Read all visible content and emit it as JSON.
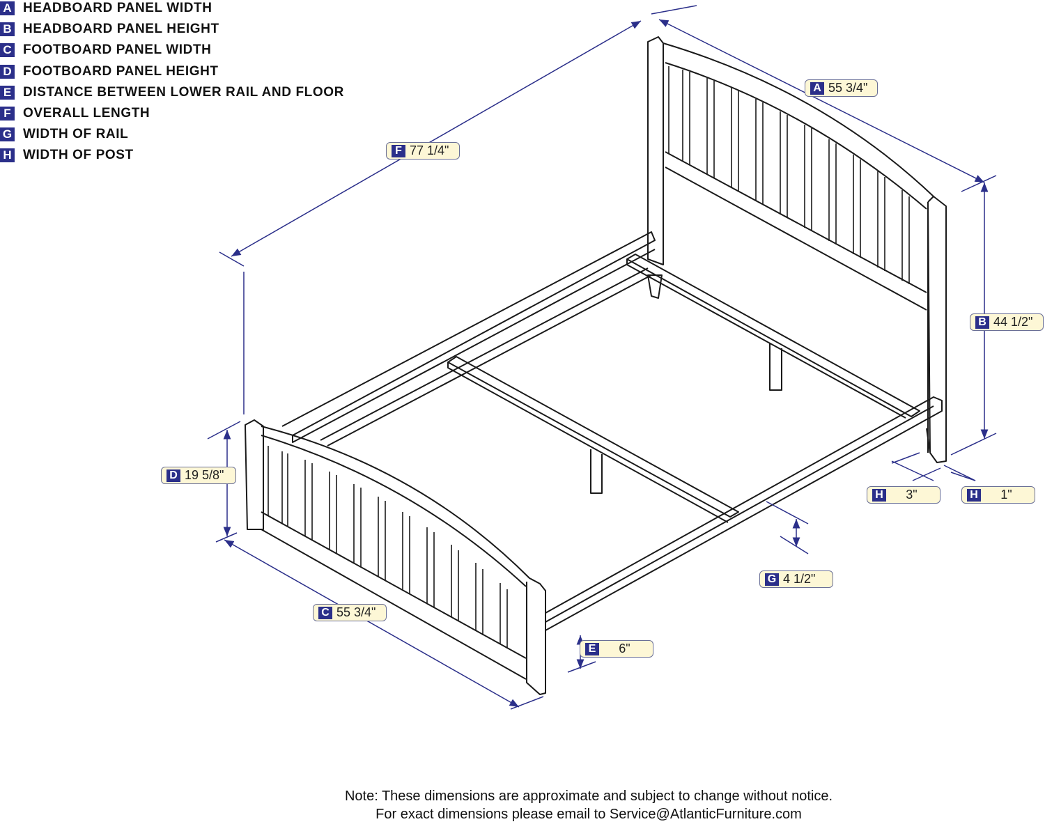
{
  "legend": [
    {
      "letter": "A",
      "label": "HEADBOARD PANEL WIDTH"
    },
    {
      "letter": "B",
      "label": "HEADBOARD PANEL HEIGHT"
    },
    {
      "letter": "C",
      "label": "FOOTBOARD PANEL WIDTH"
    },
    {
      "letter": "D",
      "label": "FOOTBOARD PANEL HEIGHT"
    },
    {
      "letter": "E",
      "label": "DISTANCE BETWEEN LOWER RAIL AND FLOOR"
    },
    {
      "letter": "F",
      "label": "OVERALL LENGTH"
    },
    {
      "letter": "G",
      "label": "WIDTH OF RAIL"
    },
    {
      "letter": "H",
      "label": "WIDTH OF POST"
    }
  ],
  "dimensions": {
    "A": {
      "letter": "A",
      "value": "55 3/4\""
    },
    "B": {
      "letter": "B",
      "value": "44 1/2\""
    },
    "C": {
      "letter": "C",
      "value": "55 3/4\""
    },
    "D": {
      "letter": "D",
      "value": "19 5/8\""
    },
    "E": {
      "letter": "E",
      "value": "6\""
    },
    "F": {
      "letter": "F",
      "value": "77 1/4\""
    },
    "G": {
      "letter": "G",
      "value": "4 1/2\""
    },
    "H1": {
      "letter": "H",
      "value": "3\""
    },
    "H2": {
      "letter": "H",
      "value": "1\""
    }
  },
  "note": {
    "line1": "Note:  These dimensions are approximate and subject to change without notice.",
    "line2": "For exact dimensions please email to Service@AtlanticFurniture.com"
  },
  "colors": {
    "accent": "#2b2f8a",
    "tag_fill": "#fdf7d6",
    "line": "#1a1a1a"
  }
}
